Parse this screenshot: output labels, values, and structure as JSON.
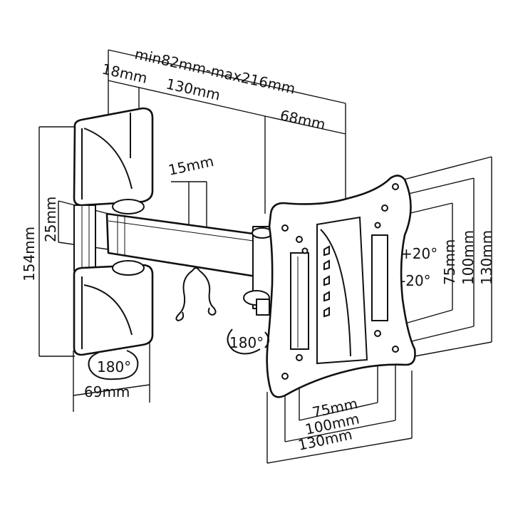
{
  "dimensions": {
    "depth_range": "min82mm-max216mm",
    "wall_plate_depth": "18mm",
    "arm_length": "130mm",
    "head_depth": "68mm",
    "arm_height": "15mm",
    "arm_thickness": "25mm",
    "wall_plate_height": "154mm",
    "wall_plate_width": "69mm",
    "vesa_h_75": "75mm",
    "vesa_h_100": "100mm",
    "vesa_h_130": "130mm",
    "vesa_v_75": "75mm",
    "vesa_v_100": "100mm",
    "vesa_v_130": "130mm"
  },
  "rotations": {
    "wall_swivel": "180°",
    "arm_swivel": "180°",
    "tilt_up": "+20°",
    "tilt_down": "-20°"
  }
}
